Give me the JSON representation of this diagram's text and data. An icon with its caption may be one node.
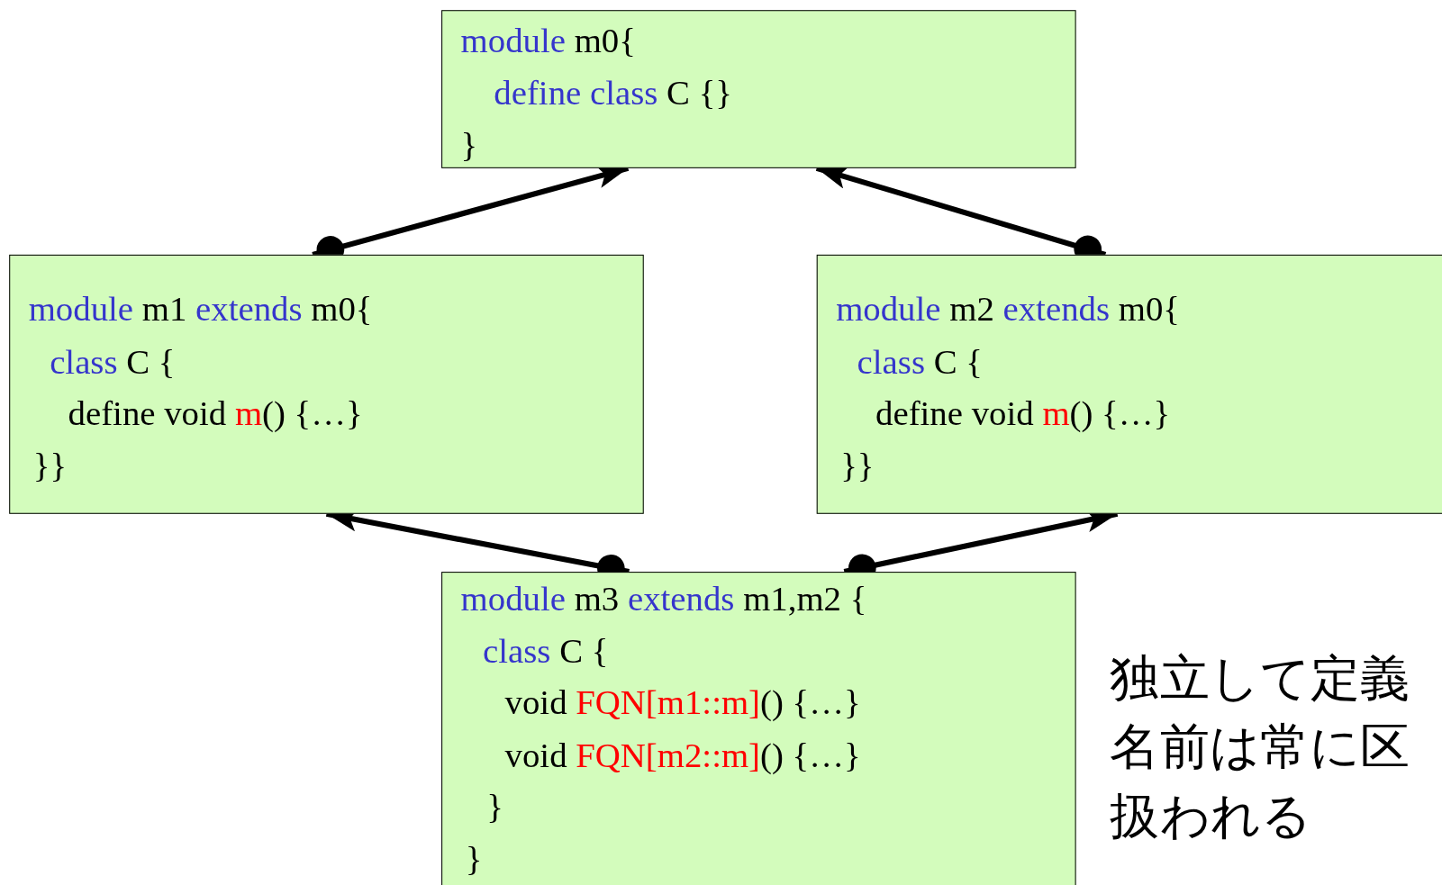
{
  "diagram": {
    "nodes": [
      {
        "text": [
          "module m0{",
          "define class C {}",
          "}"
        ]
      },
      {
        "text": [
          "module m1 extends m0{",
          "class C {",
          "define void m() {…}",
          "}}"
        ]
      },
      {
        "text": [
          "module m2 extends m0{",
          "class C {",
          "define void m() {…}",
          "}}"
        ]
      },
      {
        "text": [
          "module m3 extends m1,m2 {",
          "class C {",
          "void FQN[m1::m]() {…}",
          "void FQN[m2::m]() {…}",
          "}",
          "}"
        ]
      }
    ],
    "edges": [
      {
        "from": 1,
        "to": 0,
        "arrow": "to"
      },
      {
        "from": 2,
        "to": 0,
        "arrow": "to"
      },
      {
        "from": 3,
        "to": 1,
        "arrow": "to"
      },
      {
        "from": 3,
        "to": 2,
        "arrow": "to"
      }
    ],
    "labels": [
      "独立して定義",
      "名前は常に区",
      "扱われる"
    ]
  }
}
